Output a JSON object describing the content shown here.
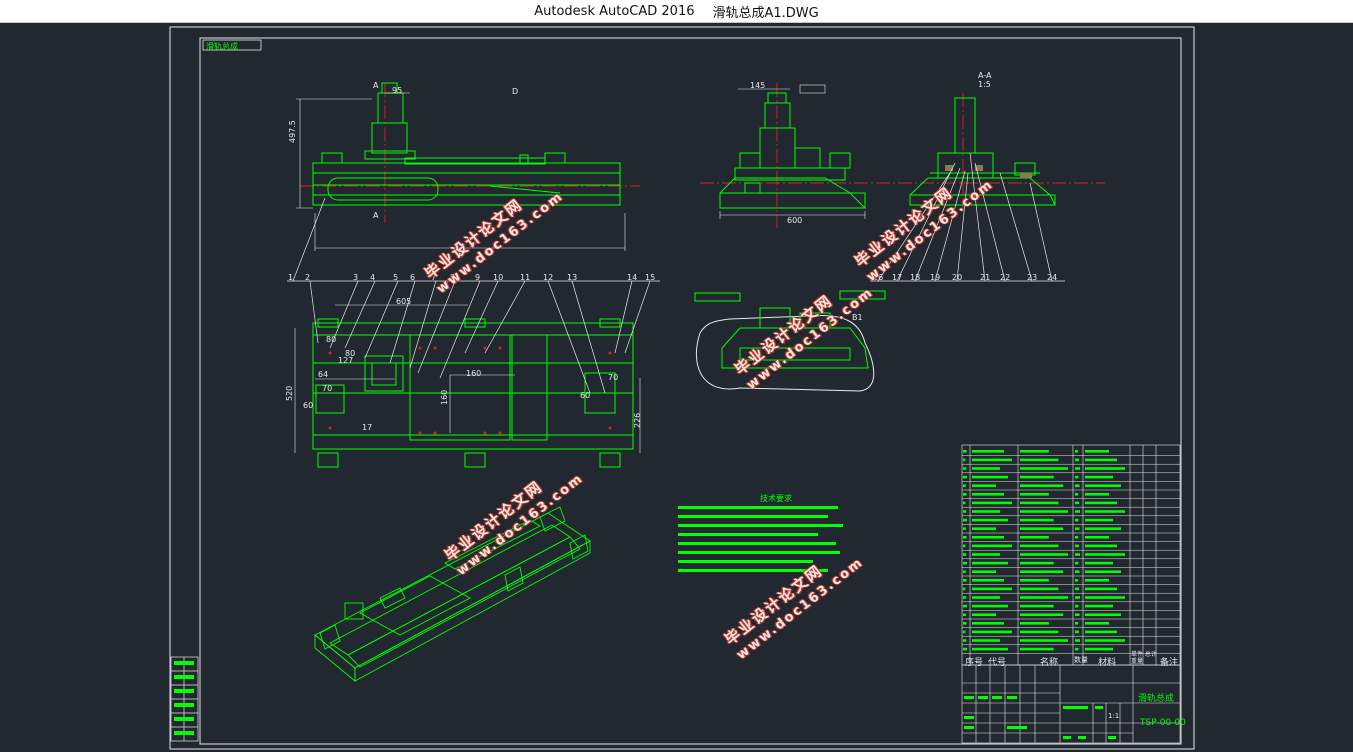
{
  "window": {
    "app_title": "Autodesk AutoCAD 2016",
    "file_name": "滑轨总成A1.DWG"
  },
  "drawing": {
    "frame_tag": "滑轨总成",
    "balloons": [
      "1",
      "2",
      "3",
      "4",
      "5",
      "6",
      "7",
      "8",
      "9",
      "10",
      "11",
      "12",
      "13",
      "14",
      "15",
      "16",
      "17",
      "18",
      "19",
      "20",
      "21",
      "22",
      "23",
      "24"
    ],
    "dimensions": {
      "front_height": "497.5",
      "motor_offset": "95",
      "section_mark_a": "A",
      "side_view_mark": "D",
      "side_offset": "145",
      "side_width": "600",
      "detail_mark": "A-A",
      "detail_scale": "1:5",
      "plan_width": "605",
      "plan_a": "80",
      "plan_b": "80",
      "plan_c": "64",
      "plan_d": "127",
      "plan_e": "70",
      "plan_f": "60",
      "plan_g": "17",
      "plan_h": "160",
      "plan_i": "160",
      "plan_j": "70",
      "plan_k": "60",
      "plan_height": "520",
      "plan_right": "226",
      "section_detail": "B1"
    },
    "tech_requirements_title": "技术要求",
    "title_block": {
      "assembly_name": "滑轨总成",
      "drawing_code": "TSP-00-00",
      "col_no": "序号",
      "col_code": "代号",
      "col_name": "名称",
      "col_qty": "数量",
      "col_material": "材料",
      "col_weight": "单件 总计 重量",
      "col_remark": "备注",
      "scale": "1:1"
    }
  },
  "watermarks": [
    {
      "line1": "毕业设计论文网",
      "line2": "www.doc163.com"
    },
    {
      "line1": "毕业设计论文网",
      "line2": "www.doc163.com"
    },
    {
      "line1": "毕业设计论文网",
      "line2": "www.doc163.com"
    },
    {
      "line1": "毕业设计论文网",
      "line2": "www.doc163.com"
    },
    {
      "line1": "毕业设计论文网",
      "line2": "www.doc163.com"
    }
  ],
  "colors": {
    "background": "#212830",
    "frame": "#e8e8e8",
    "geometry": "#00ff00",
    "centerline": "#e02020",
    "annotation": "#e8e8e8"
  }
}
